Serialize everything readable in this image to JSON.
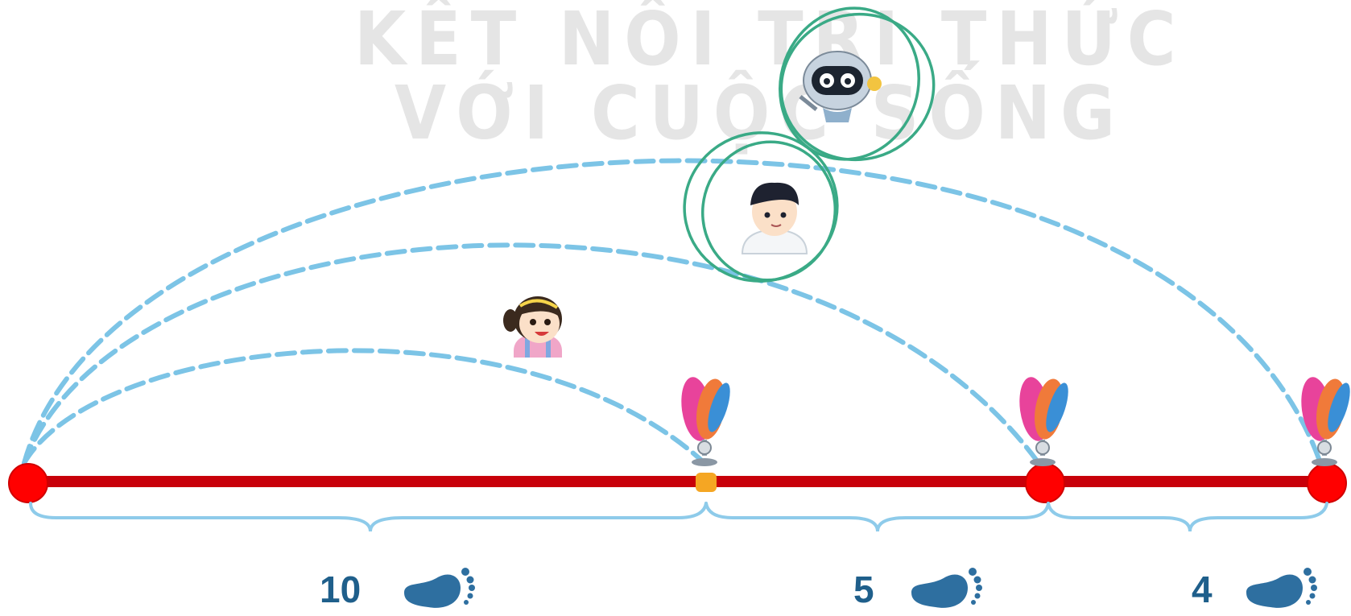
{
  "watermark": {
    "line1": "KẾT NỐI TRI THỨC",
    "line2": "VỚI CUỘC SỐNG"
  },
  "segments": [
    {
      "label": "10",
      "icon": "footprint-icon"
    },
    {
      "label": "5",
      "icon": "footprint-icon"
    },
    {
      "label": "4",
      "icon": "footprint-icon"
    }
  ],
  "characters": [
    {
      "name": "girl",
      "icon": "girl-character-icon"
    },
    {
      "name": "boy",
      "icon": "boy-character-icon",
      "circled": true
    },
    {
      "name": "robot",
      "icon": "robot-character-icon",
      "circled": true
    }
  ],
  "markers": [
    {
      "icon": "flag-marker-icon"
    },
    {
      "icon": "flag-marker-icon"
    },
    {
      "icon": "flag-marker-icon"
    }
  ],
  "colors": {
    "line": "#c8000a",
    "endpoint": "#ff0000",
    "midpoint": "#f5a623",
    "arc": "#7cc4e6",
    "brace": "#8ecbea",
    "circle": "#3aaa86",
    "label": "#1f5f8b"
  }
}
